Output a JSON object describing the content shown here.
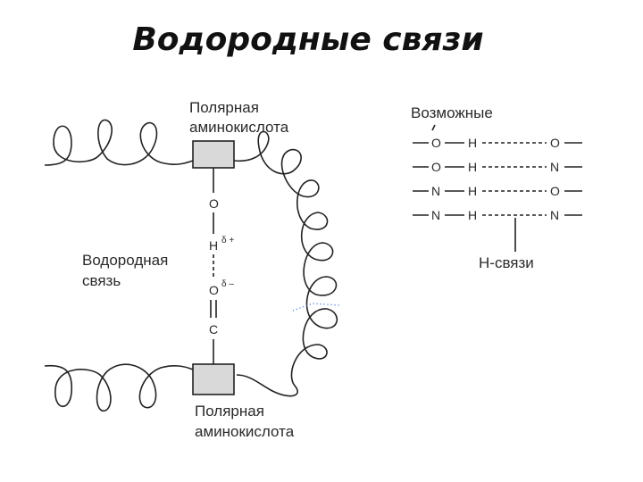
{
  "title": "Водородные связи",
  "top_residue": {
    "line1": "Полярная",
    "line2": "аминокислота"
  },
  "bottom_residue": {
    "line1": "Полярная",
    "line2": "аминокислота"
  },
  "hbond_label": {
    "line1": "Водородная",
    "line2": "связь"
  },
  "vertical_chain": {
    "o_top": "O",
    "h": "H",
    "h_charge": "δ +",
    "o_bottom": "O",
    "o_charge": "δ –",
    "c": "C"
  },
  "possible": {
    "heading": "Возможные",
    "rows": [
      {
        "donor": "O",
        "h": "H",
        "acceptor": "O"
      },
      {
        "donor": "O",
        "h": "H",
        "acceptor": "N"
      },
      {
        "donor": "N",
        "h": "H",
        "acceptor": "O"
      },
      {
        "donor": "N",
        "h": "H",
        "acceptor": "N"
      }
    ],
    "footer": "H-связи"
  },
  "colors": {
    "box_fill": "#d9d9d9",
    "ink": "#222222",
    "accent_dots": "#3b6fd8"
  }
}
